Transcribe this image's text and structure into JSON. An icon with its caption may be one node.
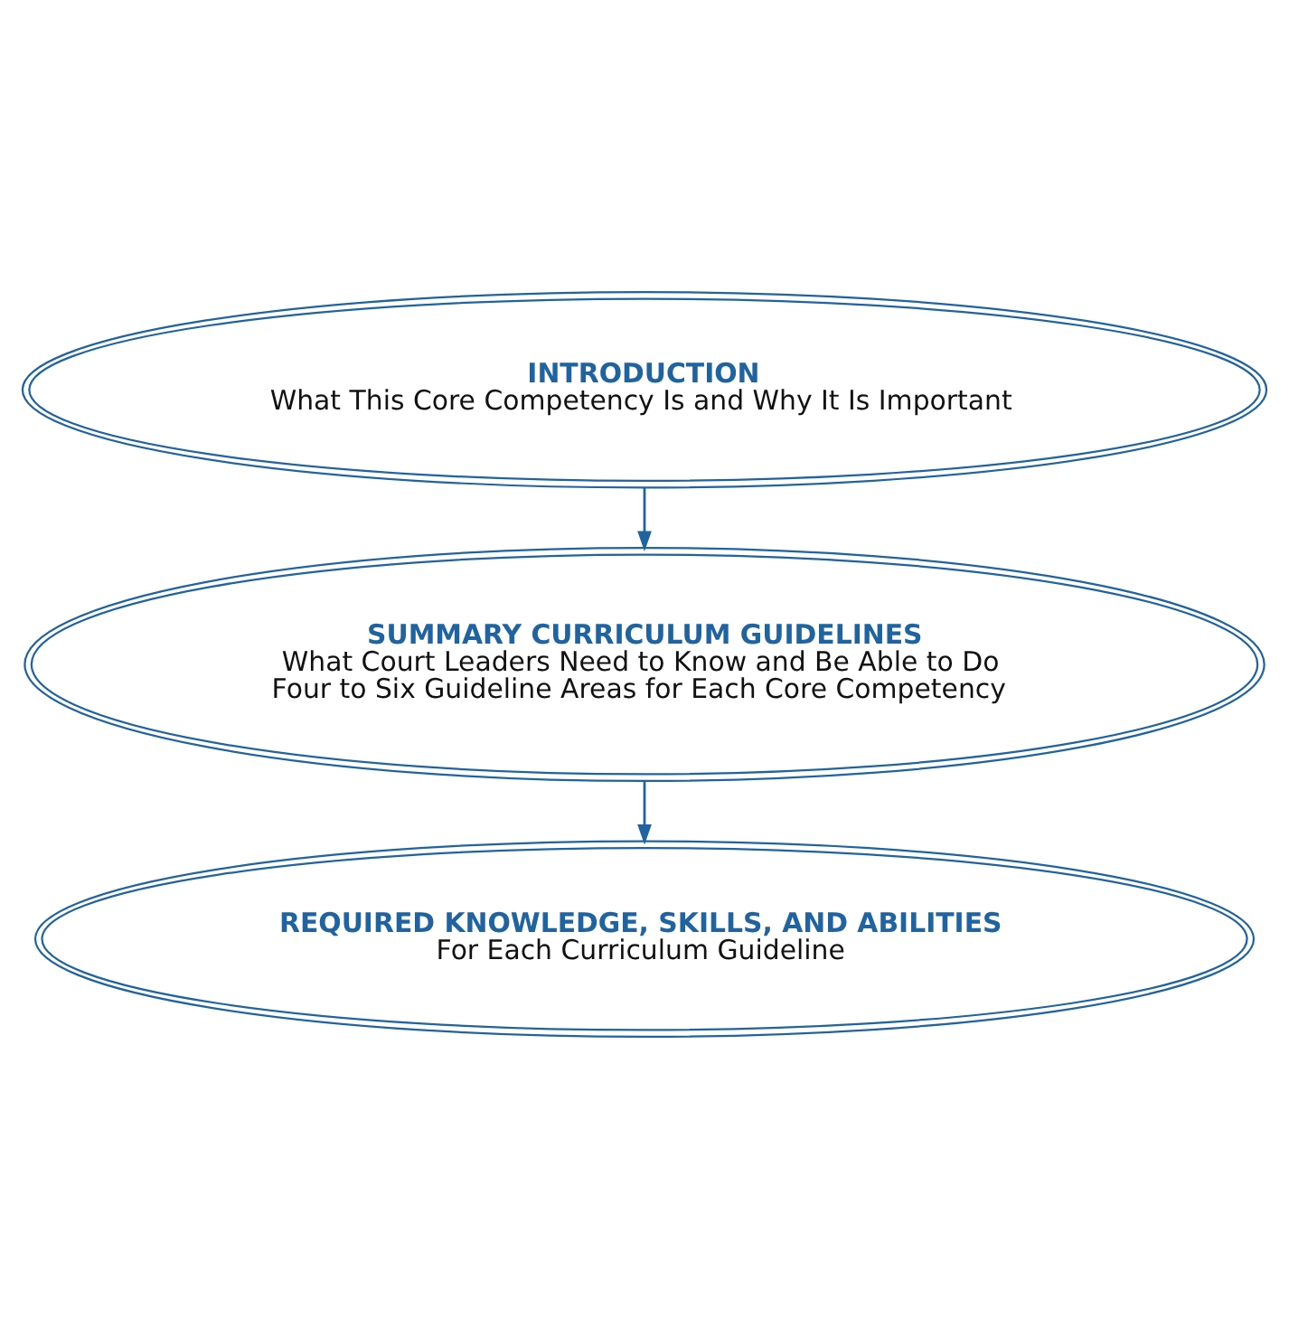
{
  "diagram": {
    "nodes": [
      {
        "text": [
          "INTRODUCTION",
          "What This Core Competency Is and Why It Is Important"
        ]
      },
      {
        "text": [
          "SUMMARY CURRICULUM GUIDELINES",
          "What Court Leaders Need to Know and Be Able to Do",
          "Four to Six Guideline Areas for Each Core Competency"
        ]
      },
      {
        "text": [
          "REQUIRED KNOWLEDGE, SKILLS, AND ABILITIES",
          "For Each Curriculum Guideline"
        ]
      }
    ],
    "edges": [
      {
        "from": 0,
        "to": 1,
        "arrow": "to"
      },
      {
        "from": 1,
        "to": 2,
        "arrow": "to"
      }
    ]
  }
}
